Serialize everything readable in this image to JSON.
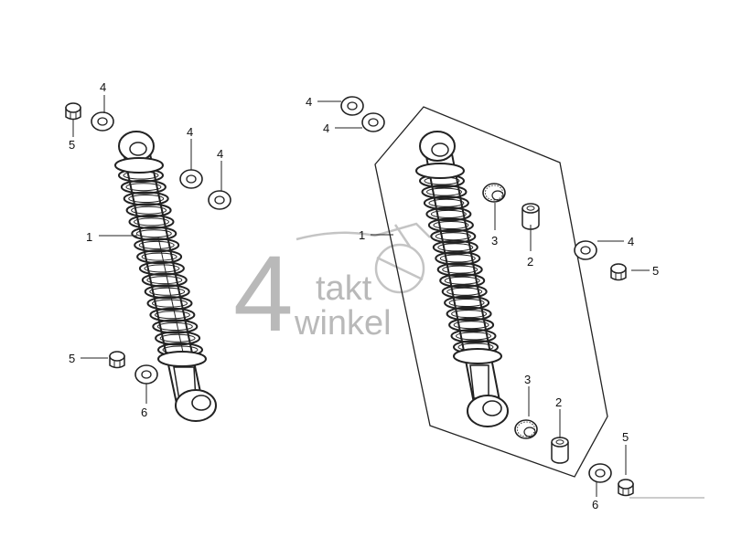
{
  "watermark": {
    "digit": "4",
    "line1": "takt",
    "line2": "winkel"
  },
  "callouts": {
    "l_shock": "1",
    "l_washer_a": "4",
    "l_nut_top": "5",
    "l_washer_b": "4",
    "l_washer_c": "4",
    "l_nut_bot": "5",
    "l_washer_bot": "6",
    "r_washer_a": "4",
    "r_washer_b": "4",
    "r_shock": "1",
    "r_bush_top": "3",
    "r_collar_top": "2",
    "r_washer_side": "4",
    "r_nut_side": "5",
    "r_bush_bot": "3",
    "r_collar_bot": "2",
    "r_nut_bot": "5",
    "r_washer_bot": "6"
  }
}
